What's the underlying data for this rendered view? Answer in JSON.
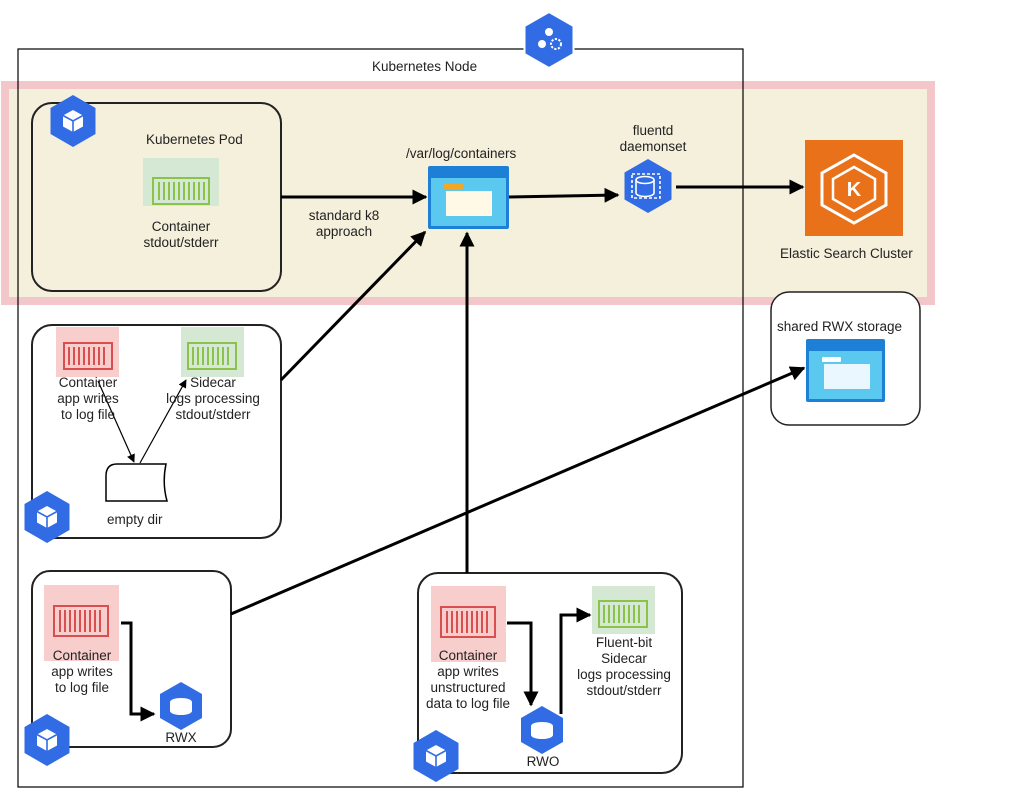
{
  "node": {
    "title": "Kubernetes Node"
  },
  "pod1": {
    "title": "Kubernetes Pod",
    "container": [
      "Container",
      "stdout/stderr"
    ]
  },
  "edge_label": [
    "standard k8",
    "approach"
  ],
  "varlog": {
    "label": "/var/log/containers"
  },
  "fluentd": {
    "label": [
      "fluentd",
      "daemonset"
    ]
  },
  "es": {
    "label": "Elastic Search Cluster"
  },
  "rwx_storage": {
    "label": "shared RWX storage"
  },
  "pod2": {
    "container": [
      "Container",
      "app writes",
      "to log file"
    ],
    "sidecar": [
      "Sidecar",
      "logs processing",
      "stdout/stderr"
    ],
    "volume": "empty dir"
  },
  "pod3": {
    "container": [
      "Container",
      "app writes",
      "to log file"
    ],
    "volume": "RWX"
  },
  "pod4": {
    "container": [
      "Container",
      "app writes",
      "unstructured",
      "data to log file"
    ],
    "sidecar": [
      "Fluent-bit",
      "Sidecar",
      "logs processing",
      "stdout/stderr"
    ],
    "volume": "RWO"
  },
  "colors": {
    "k8s_blue": "#326ce5",
    "container_green": "#8bc34a",
    "container_red": "#d94f4f",
    "highlight_band": "#f5f0dc",
    "es_orange": "#e8711a"
  }
}
